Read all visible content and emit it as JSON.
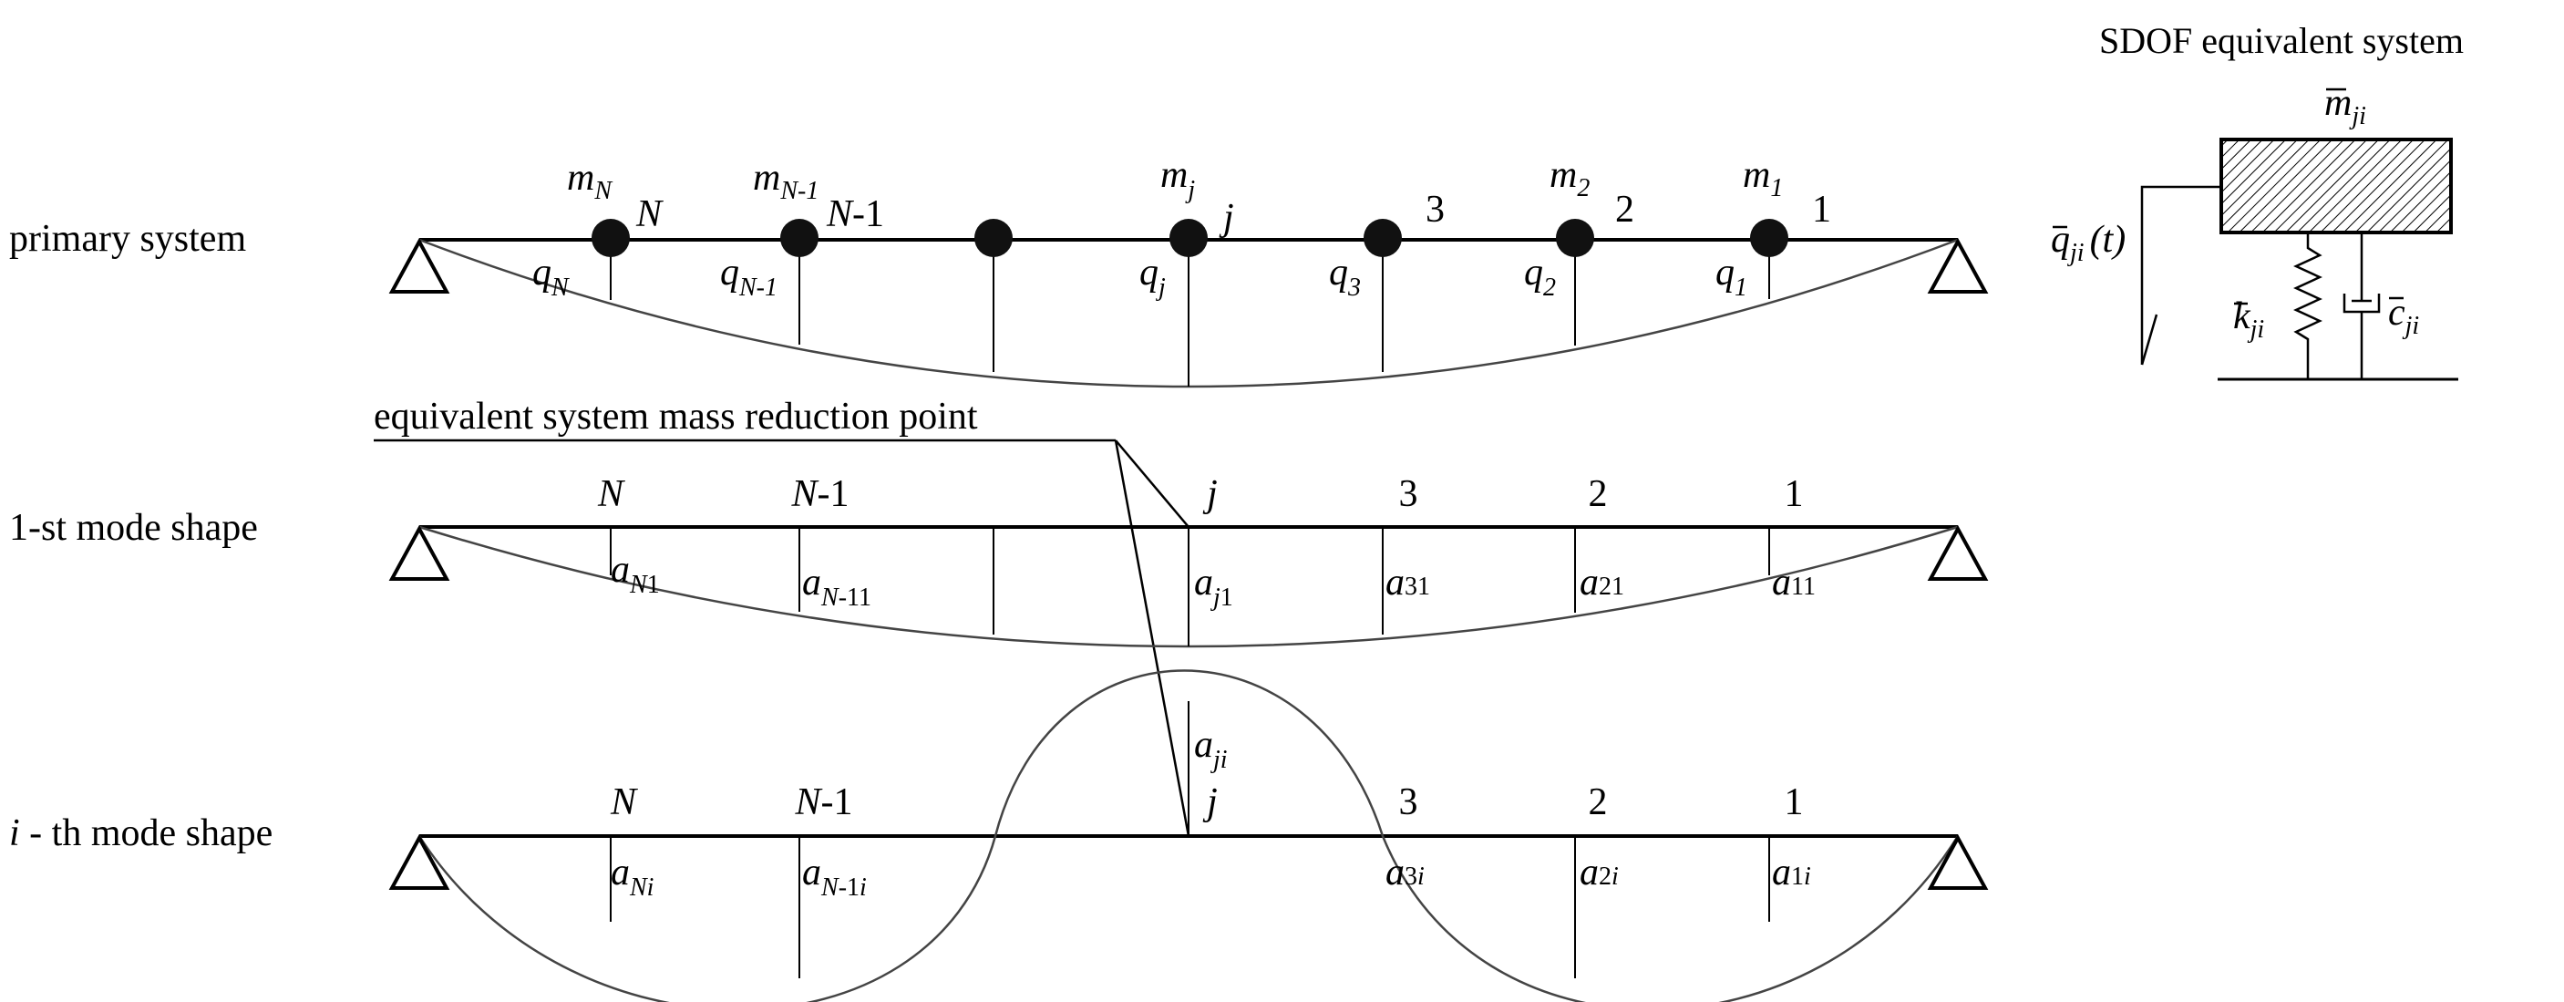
{
  "labels": {
    "primary_system": "primary system",
    "first_mode": "1-st mode shape",
    "ith_mode_i": "i",
    "ith_mode_rest": " - th mode shape",
    "reduction_point": "equivalent system mass reduction point",
    "sdof_title": "SDOF equivalent system"
  },
  "primary": {
    "nodes": [
      {
        "mass": "m",
        "mass_sub": "N",
        "id": "N",
        "id_suffix": "",
        "disp": "q",
        "disp_sub": "N"
      },
      {
        "mass": "m",
        "mass_sub": "N-1",
        "id": "N",
        "id_suffix": "-1",
        "disp": "q",
        "disp_sub": "N-1"
      },
      {
        "mass": "",
        "mass_sub": "",
        "id": "",
        "id_suffix": "",
        "disp": "",
        "disp_sub": ""
      },
      {
        "mass": "m",
        "mass_sub": "j",
        "id": "j",
        "id_suffix": "",
        "disp": "q",
        "disp_sub": "j"
      },
      {
        "mass": "",
        "mass_sub": "",
        "id": "",
        "id_suffix": "3",
        "disp": "q",
        "disp_sub": "3"
      },
      {
        "mass": "m",
        "mass_sub": "2",
        "id": "",
        "id_suffix": "2",
        "disp": "q",
        "disp_sub": "2"
      },
      {
        "mass": "m",
        "mass_sub": "1",
        "id": "",
        "id_suffix": "1",
        "disp": "q",
        "disp_sub": "1"
      }
    ]
  },
  "mode1": {
    "node_labels": [
      {
        "it": "N",
        "rest": ""
      },
      {
        "it": "N",
        "rest": "-1"
      },
      {
        "it": "j",
        "rest": ""
      },
      {
        "it": "",
        "rest": "3"
      },
      {
        "it": "",
        "rest": "2"
      },
      {
        "it": "",
        "rest": "1"
      }
    ],
    "amps": [
      {
        "a": "a",
        "sub_it": "N",
        "sub_rest": "1"
      },
      {
        "a": "a",
        "sub_it": "N",
        "sub_rest": "-11"
      },
      {
        "a": "a",
        "sub_it": "j",
        "sub_rest": "1"
      },
      {
        "a": "a",
        "sub_it": "",
        "sub_rest": "31"
      },
      {
        "a": "a",
        "sub_it": "",
        "sub_rest": "21"
      },
      {
        "a": "a",
        "sub_it": "",
        "sub_rest": "11"
      }
    ]
  },
  "modei": {
    "node_labels": [
      {
        "it": "N",
        "rest": ""
      },
      {
        "it": "N",
        "rest": "-1"
      },
      {
        "it": "j",
        "rest": ""
      },
      {
        "it": "",
        "rest": "3"
      },
      {
        "it": "",
        "rest": "2"
      },
      {
        "it": "",
        "rest": "1"
      }
    ],
    "amps": [
      {
        "a": "a",
        "sub_it": "Ni",
        "sub_rest": ""
      },
      {
        "a": "a",
        "sub_it": "N",
        "sub_rest": "-1",
        "sub_it2": "i"
      },
      {
        "a": "a",
        "sub_it": "ji",
        "sub_rest": ""
      },
      {
        "a": "a",
        "sub_it": "",
        "sub_rest": "3",
        "sub_it2": "i"
      },
      {
        "a": "a",
        "sub_it": "",
        "sub_rest": "2",
        "sub_it2": "i"
      },
      {
        "a": "a",
        "sub_it": "",
        "sub_rest": "1",
        "sub_it2": "i"
      }
    ]
  },
  "sdof": {
    "mass": "m",
    "mass_sub": "ji",
    "force": "q",
    "force_sub": "ji",
    "force_arg": "(t)",
    "stiffness": "k",
    "stiffness_sub": "ji",
    "damping": "c",
    "damping_sub": "ji"
  },
  "colors": {
    "line": "#000000",
    "curve": "#444444",
    "mass": "#111111"
  }
}
